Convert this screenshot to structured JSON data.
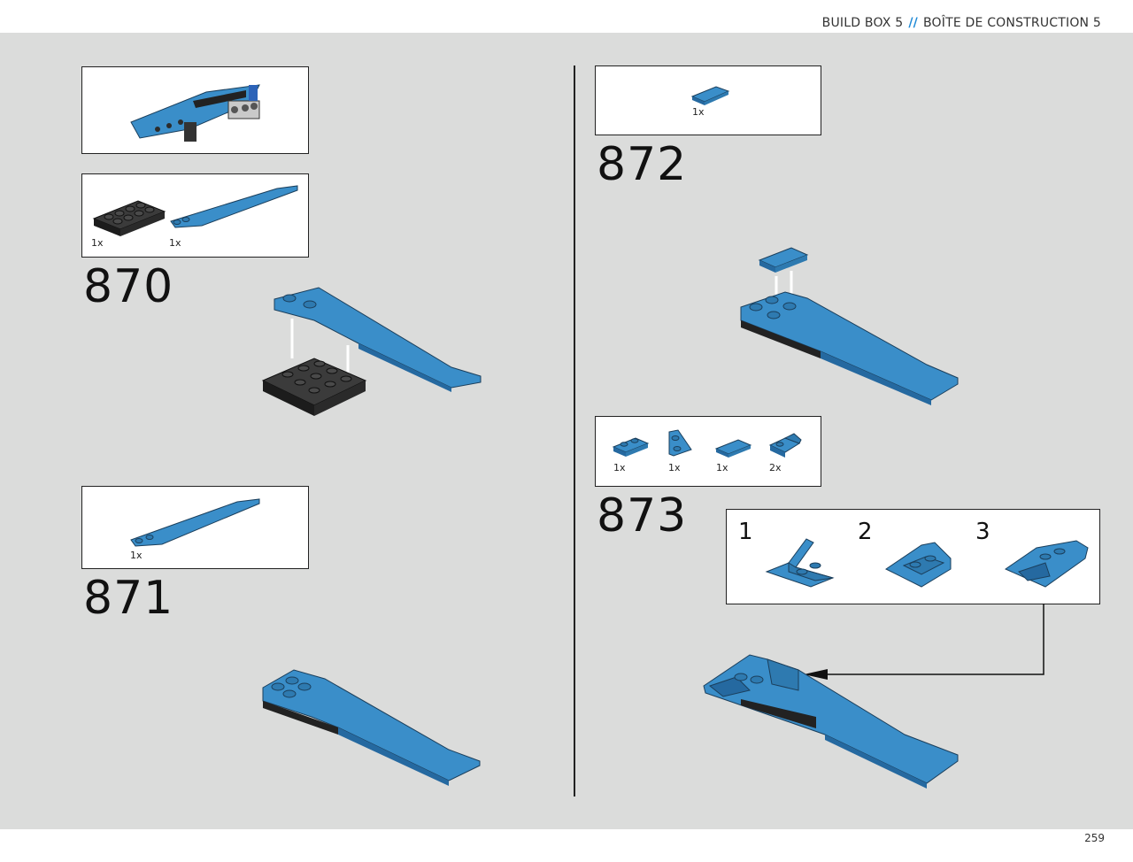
{
  "header": {
    "title_en": "BUILD BOX 5",
    "separator": "//",
    "title_fr": "BOÎTE DE CONSTRUCTION 5"
  },
  "footer": {
    "page_number": "259"
  },
  "colors": {
    "brick_blue": "#3a8ec9",
    "brick_dark": "#2a2a2a",
    "accent": "#1f8ad6"
  },
  "steps": {
    "s870": {
      "number": "870",
      "parts": [
        {
          "qty": "1x"
        },
        {
          "qty": "1x"
        }
      ]
    },
    "s871": {
      "number": "871",
      "parts": [
        {
          "qty": "1x"
        }
      ]
    },
    "s872": {
      "number": "872",
      "parts": [
        {
          "qty": "1x"
        }
      ]
    },
    "s873": {
      "number": "873",
      "parts": [
        {
          "qty": "1x"
        },
        {
          "qty": "1x"
        },
        {
          "qty": "1x"
        },
        {
          "qty": "2x"
        }
      ],
      "substeps": [
        {
          "label": "1"
        },
        {
          "label": "2"
        },
        {
          "label": "3"
        }
      ]
    }
  }
}
